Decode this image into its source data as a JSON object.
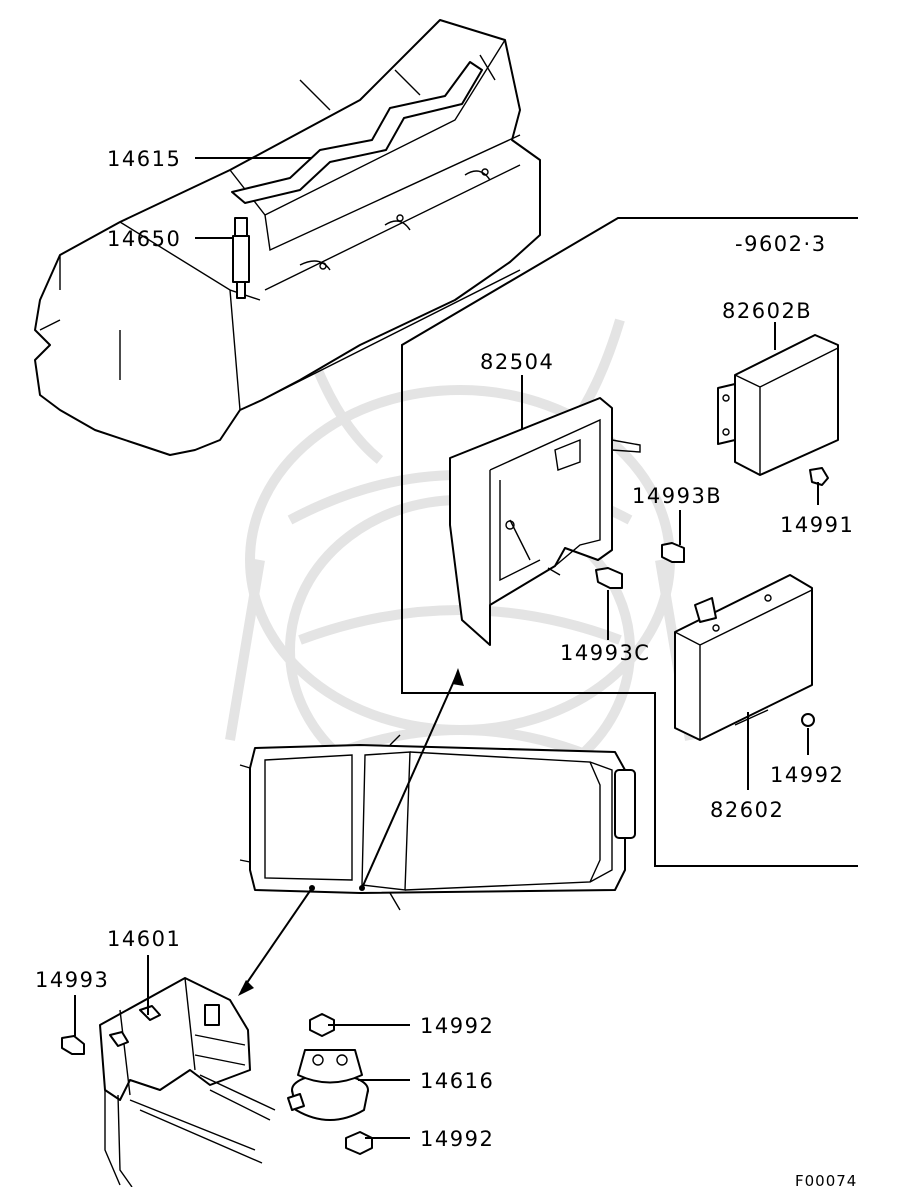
{
  "figure_code": "F00074",
  "variant_label": "-9602·3",
  "callouts": {
    "p14615": "14615",
    "p14650": "14650",
    "p82504": "82504",
    "p82602B": "82602B",
    "p14993B": "14993B",
    "p14991": "14991",
    "p14993C": "14993C",
    "p14992_right": "14992",
    "p82602": "82602",
    "p14601": "14601",
    "p14993": "14993",
    "p14992_top": "14992",
    "p14616": "14616",
    "p14992_bottom": "14992"
  }
}
